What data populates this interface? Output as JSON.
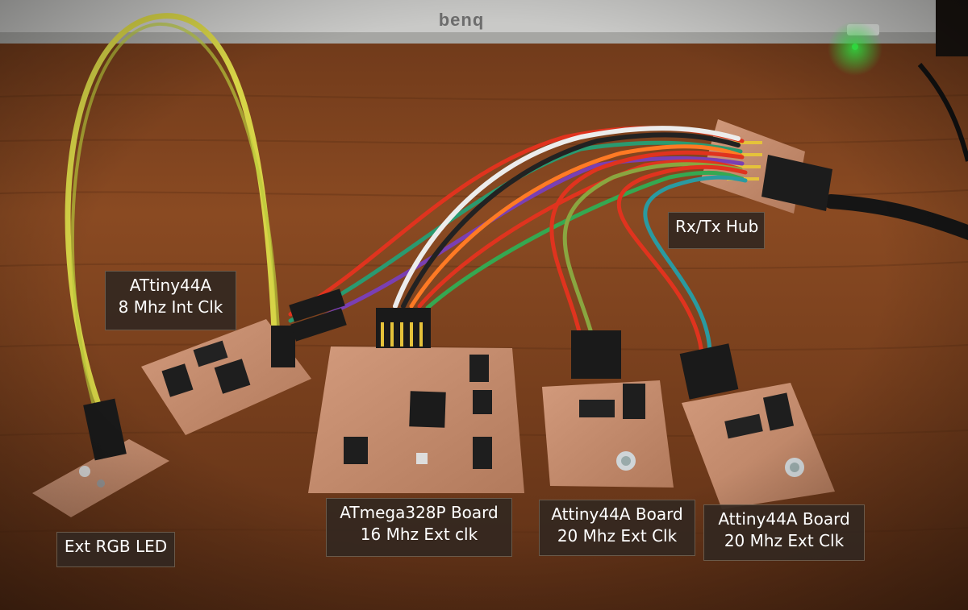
{
  "photo": {
    "monitor_brand": "benq",
    "labels": {
      "rxtx_hub": [
        "Rx/Tx Hub"
      ],
      "attiny_int": [
        "ATtiny44A",
        "8 Mhz Int Clk"
      ],
      "ext_rgb": [
        "Ext RGB LED"
      ],
      "atmega": [
        "ATmega328P Board",
        "16 Mhz Ext clk"
      ],
      "attiny_ext_1": [
        "Attiny44A Board",
        "20 Mhz Ext Clk"
      ],
      "attiny_ext_2": [
        "Attiny44A Board",
        "20 Mhz Ext Clk"
      ]
    }
  },
  "colors": {
    "desk": "#8a4a22",
    "copper": "#c58a6a",
    "label_bg": "#342820",
    "monitor": "#c9c9c7",
    "status_led": "#39ff4a"
  }
}
